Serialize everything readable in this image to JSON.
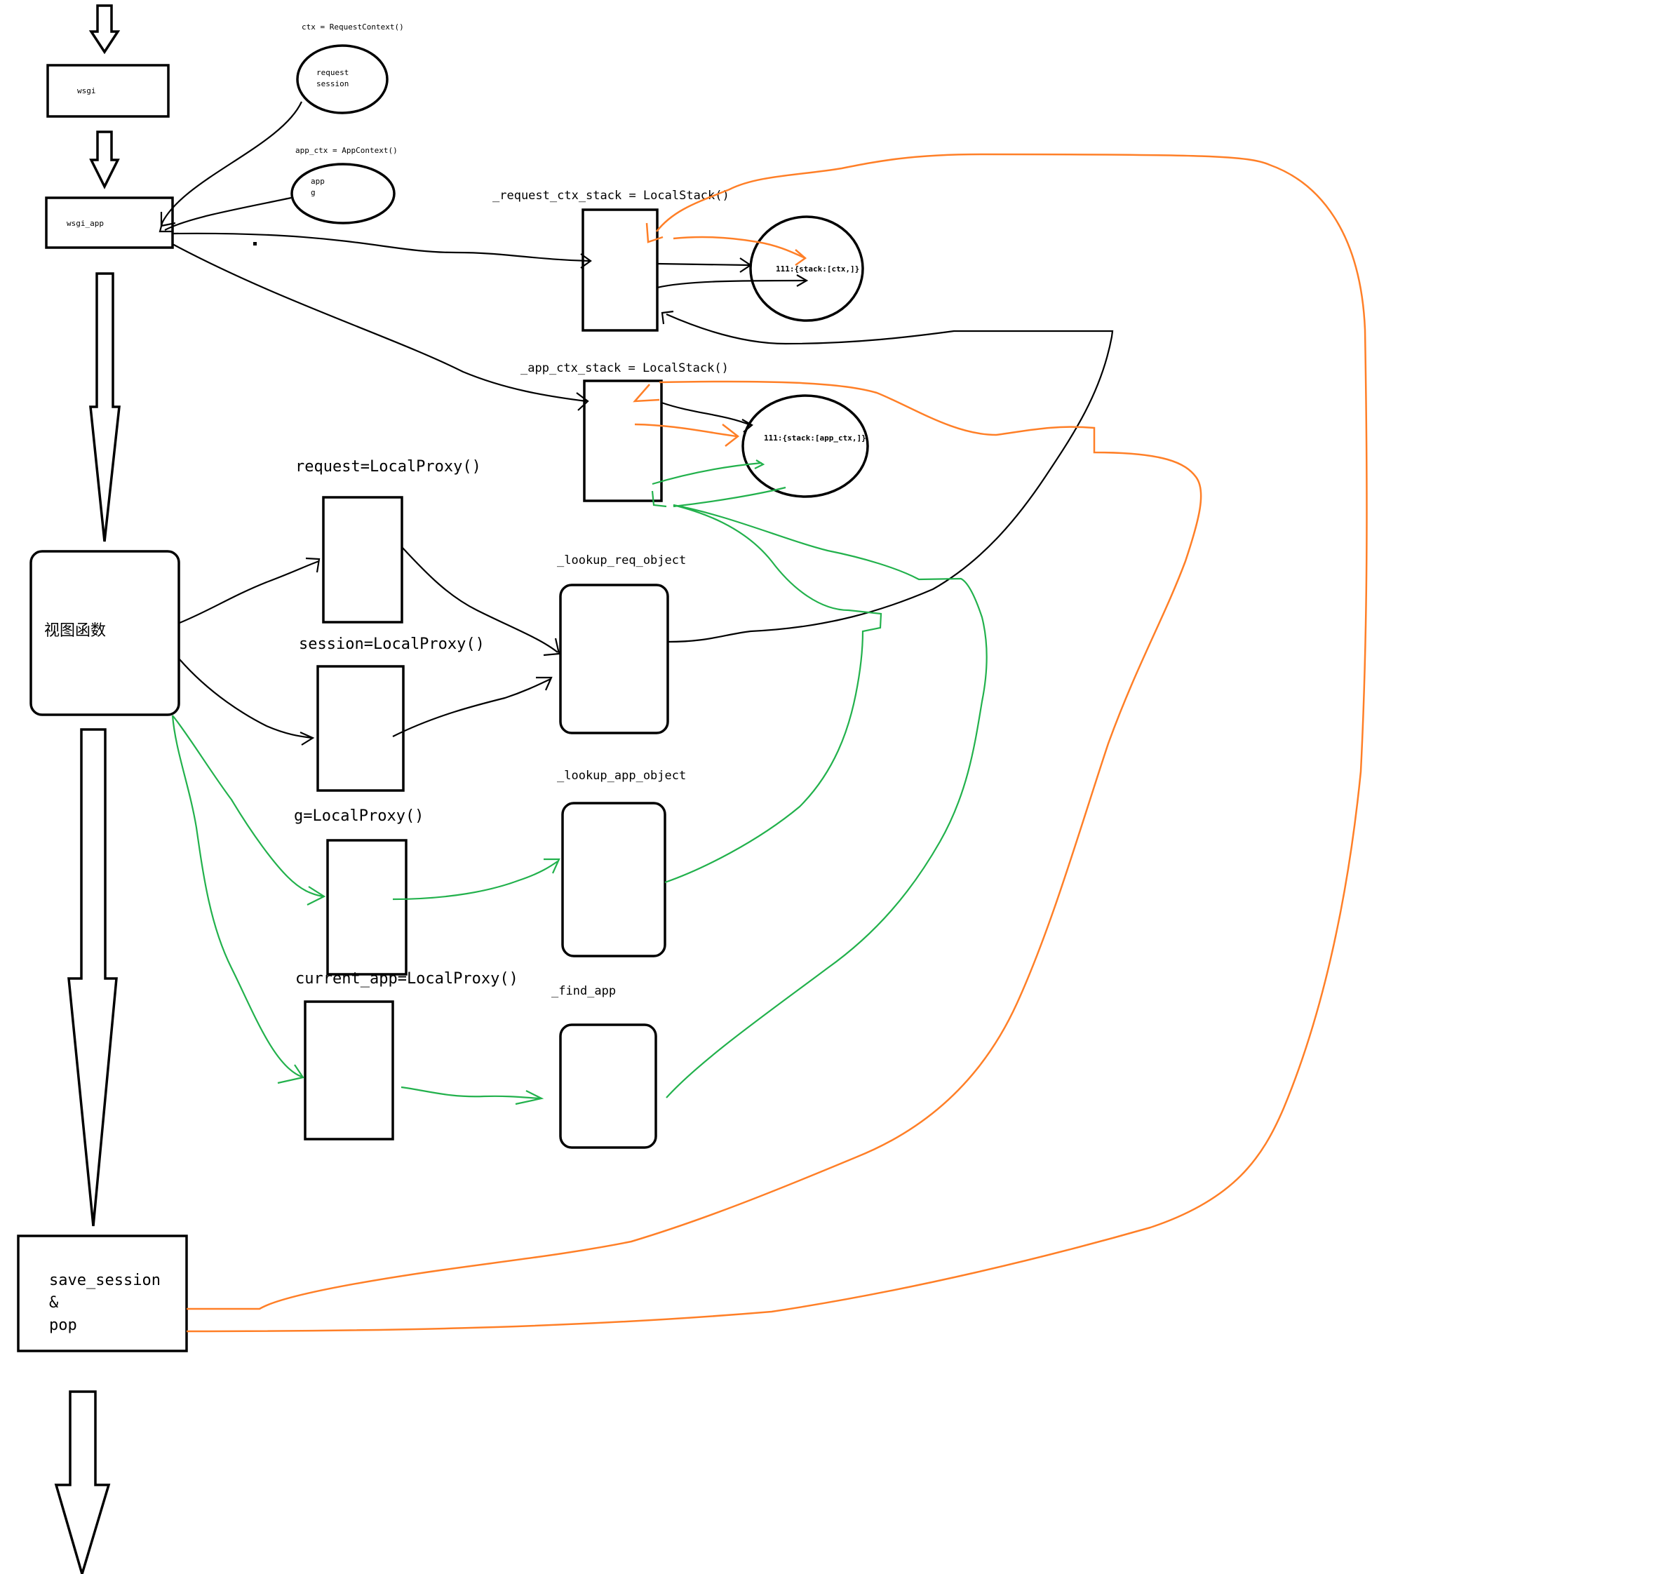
{
  "labels": {
    "ctx_expr": "ctx = RequestContext()",
    "ctx_contents_1": "request",
    "ctx_contents_2": "session",
    "app_ctx_expr": "app_ctx = AppContext()",
    "app_ctx_contents_1": "app",
    "app_ctx_contents_2": "g",
    "wsgi": "wsgi",
    "wsgi_app": "wsgi_app",
    "request_ctx_stack": "_request_ctx_stack = LocalStack()",
    "request_ctx_stack_storage": "111:{stack:[ctx,]}",
    "app_ctx_stack": "_app_ctx_stack = LocalStack()",
    "app_ctx_stack_storage": "111:{stack:[app_ctx,]}",
    "view_function": "视图函数",
    "request_proxy": "request=LocalProxy()",
    "session_proxy": "session=LocalProxy()",
    "g_proxy": "g=LocalProxy()",
    "current_app_proxy": "current_app=LocalProxy()",
    "lookup_req_object": "_lookup_req_object",
    "lookup_app_object": "_lookup_app_object",
    "find_app": "_find_app",
    "save_session_1": "save_session",
    "save_session_2": "&",
    "save_session_3": "pop"
  },
  "colors": {
    "line_default": "#000000",
    "line_lookup": "#22b14c",
    "line_pop": "#ff7f27"
  }
}
